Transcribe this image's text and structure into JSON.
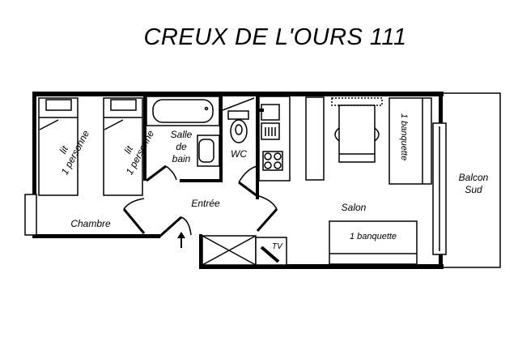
{
  "title": "CREUX DE L'OURS 111",
  "rooms": {
    "chambre": "Chambre",
    "bed_label_1": "lit",
    "bed_label_2": "1 personne",
    "salle_de_bain_1": "Salle",
    "salle_de_bain_2": "de",
    "salle_de_bain_3": "bain",
    "wc": "WC",
    "entree": "Entrée",
    "salon": "Salon",
    "banquette": "1 banquette",
    "tv": "TV",
    "balcon_1": "Balcon",
    "balcon_2": "Sud"
  }
}
